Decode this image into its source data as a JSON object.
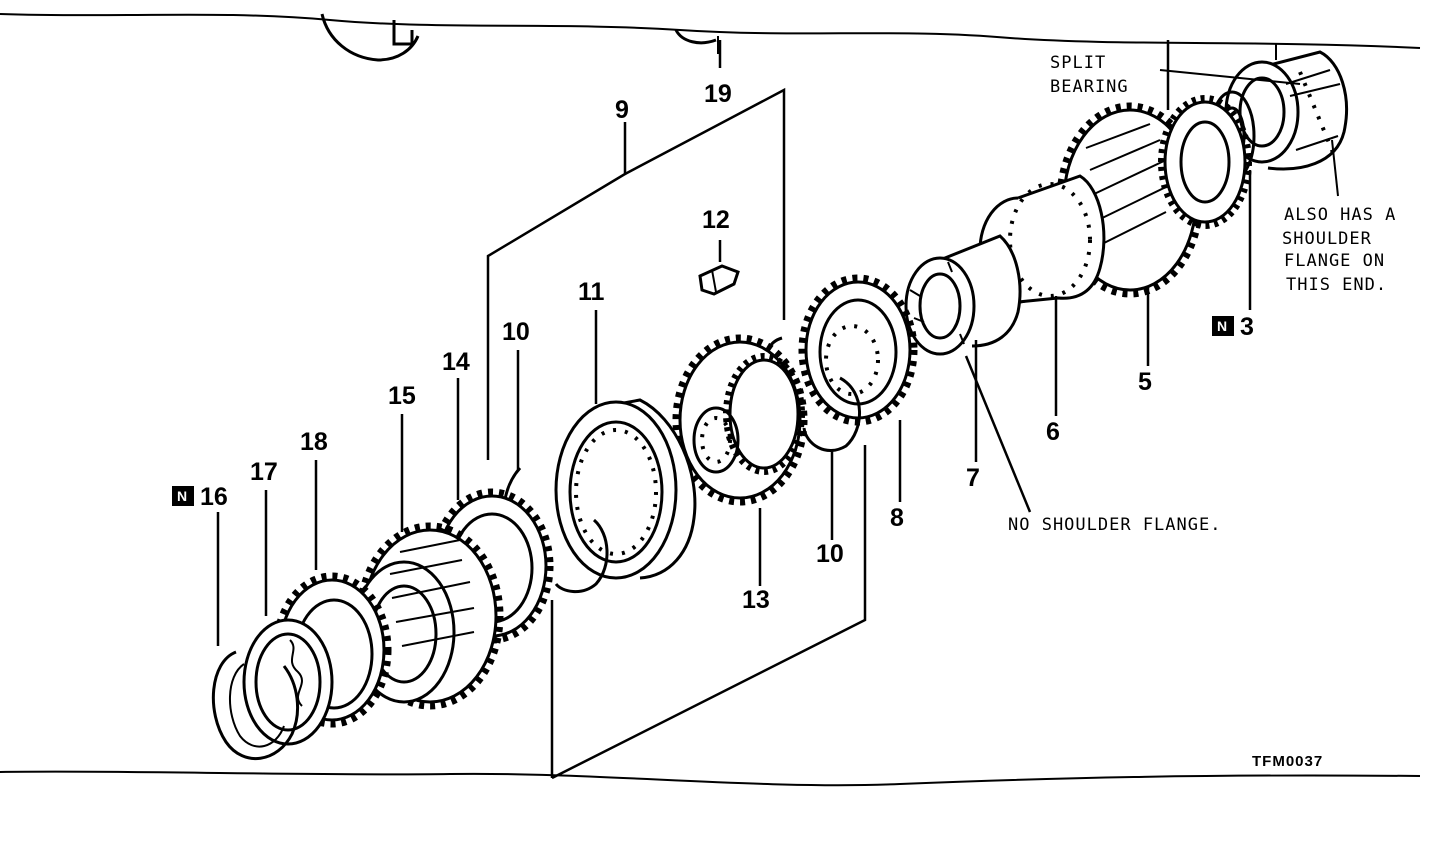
{
  "diagram": {
    "part_numbers": {
      "p3": "3",
      "p5": "5",
      "p6": "6",
      "p7": "7",
      "p8": "8",
      "p9": "9",
      "p10a": "10",
      "p10b": "10",
      "p11": "11",
      "p12": "12",
      "p13": "13",
      "p14": "14",
      "p15": "15",
      "p16": "16",
      "p17": "17",
      "p18": "18",
      "p19": "19"
    },
    "new_part_badge": "N",
    "annotations": {
      "split_bearing_line1": "SPLIT",
      "split_bearing_line2": "BEARING",
      "shoulder_line1": "ALSO HAS A",
      "shoulder_line2": "SHOULDER",
      "shoulder_line3": "FLANGE ON",
      "shoulder_line4": "THIS END.",
      "no_shoulder": "NO SHOULDER FLANGE."
    },
    "figure_code": "TFM0037"
  }
}
